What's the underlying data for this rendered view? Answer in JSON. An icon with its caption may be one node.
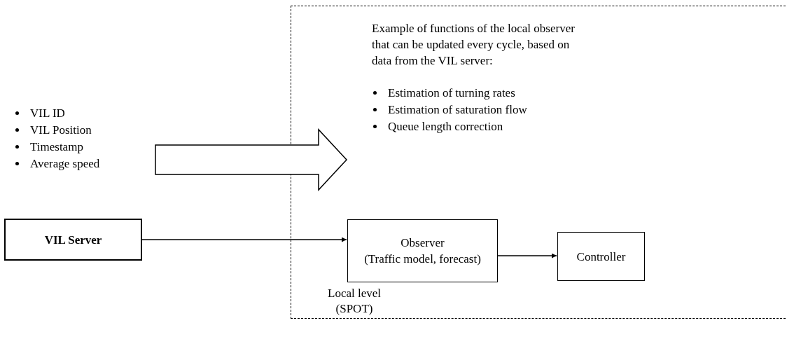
{
  "diagram": {
    "nodes": [
      {
        "text": [
          "Local level (SPOT)"
        ]
      },
      {
        "text": [
          "VIL ID",
          "VIL Position",
          "Timestamp",
          "Average speed"
        ]
      },
      {
        "text": [
          "Example of functions of the local observer that can be updated every cycle, based on data from the VIL server:",
          "Estimation of turning rates",
          "Estimation of saturation flow",
          "Queue length correction"
        ],
        "in": 0
      },
      {
        "text": [
          "VIL Server"
        ]
      },
      {
        "text": [
          "Observer",
          "(Traffic model, forecast)"
        ],
        "in": 0
      },
      {
        "text": [
          "Controller"
        ],
        "in": 0
      }
    ],
    "edges": [
      {
        "from": 1,
        "to": 2,
        "arrow": "to",
        "style": "thick"
      },
      {
        "from": 3,
        "to": 4,
        "arrow": "to"
      },
      {
        "from": 4,
        "to": 5,
        "arrow": "to"
      }
    ]
  }
}
